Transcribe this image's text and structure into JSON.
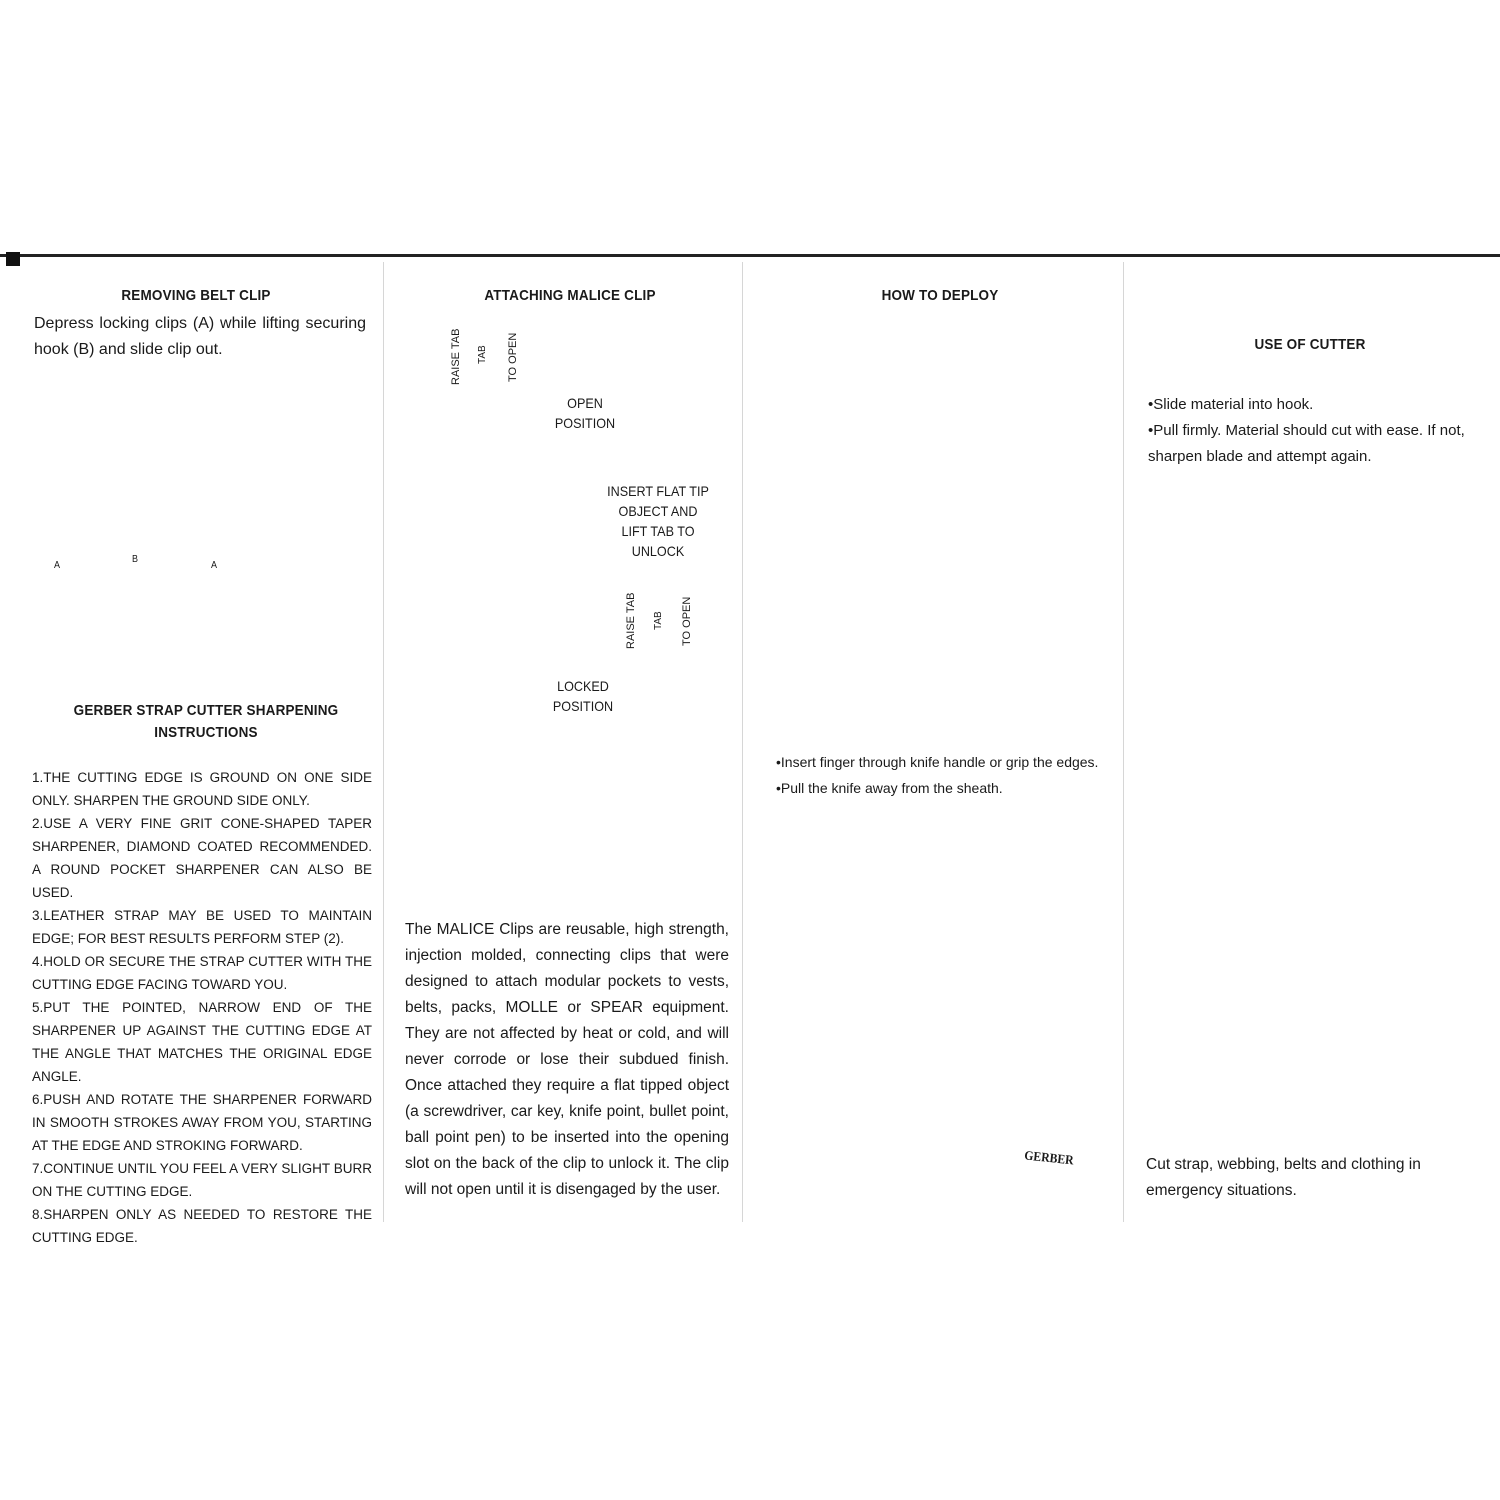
{
  "removing_belt_clip": {
    "heading": "REMOVING BELT CLIP",
    "text": "Depress locking clips (A) while lifting securing hook (B) and slide clip out.",
    "label_a_left": "A",
    "label_b": "B",
    "label_a_right": "A"
  },
  "sharpening": {
    "heading": "GERBER STRAP CUTTER SHARPENING INSTRUCTIONS",
    "steps": [
      "1.THE CUTTING EDGE IS GROUND ON ONE SIDE ONLY. SHARPEN THE GROUND SIDE ONLY.",
      "2.USE A VERY FINE GRIT CONE-SHAPED TAPER SHARPENER, DIAMOND COATED RECOMMENDED. A ROUND POCKET SHARPENER CAN ALSO BE USED.",
      "3.LEATHER STRAP MAY BE USED TO MAINTAIN EDGE; FOR BEST RESULTS PERFORM STEP (2).",
      "4.HOLD OR SECURE THE STRAP CUTTER WITH THE CUTTING EDGE FACING TOWARD YOU.",
      "5.PUT THE POINTED, NARROW END OF THE SHARPENER UP AGAINST THE CUTTING EDGE AT THE ANGLE THAT MATCHES THE ORIGINAL EDGE ANGLE.",
      "6.PUSH AND ROTATE THE SHARPENER FORWARD IN SMOOTH STROKES AWAY FROM YOU, STARTING AT THE EDGE AND STROKING FORWARD.",
      "7.CONTINUE UNTIL YOU FEEL A VERY SLIGHT BURR ON THE CUTTING EDGE.",
      "8.SHARPEN ONLY AS NEEDED TO RESTORE THE CUTTING EDGE."
    ]
  },
  "attaching_malice_clip": {
    "heading": "ATTACHING MALICE CLIP",
    "tab_raise": "RAISE TAB",
    "tab": "TAB",
    "tab_open": "TO OPEN",
    "open_position": "OPEN POSITION",
    "insert_instruction": "INSERT FLAT TIP OBJECT AND LIFT TAB TO UNLOCK",
    "locked_position": "LOCKED POSITION",
    "text": "The MALICE Clips are reusable, high strength, injection molded, connecting clips that were designed to attach modular pockets to vests, belts, packs, MOLLE or SPEAR equipment. They are not affected by heat or cold, and will never corrode or lose their subdued finish. Once attached they require a flat tipped object (a screwdriver, car key, knife point, bullet point, ball point pen) to be inserted into the opening slot on the back of the clip to unlock it. The clip will not open until it is disengaged by the user."
  },
  "how_to_deploy": {
    "heading": "HOW TO DEPLOY",
    "bullets": [
      "Insert finger through knife handle or grip the edges.",
      "Pull the knife away from the sheath."
    ],
    "brand": "GERBER"
  },
  "use_of_cutter": {
    "heading": "USE OF CUTTER",
    "bullets": [
      "Slide material into hook.",
      "Pull firmly. Material should cut with ease. If not, sharpen blade and attempt again."
    ],
    "caption": "Cut strap, webbing, belts and clothing in emergency situations."
  }
}
